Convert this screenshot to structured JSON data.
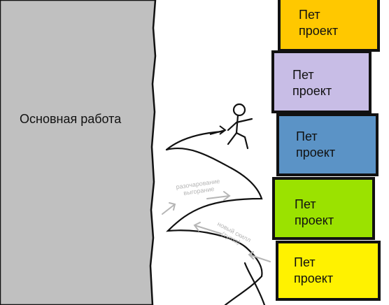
{
  "main_work": {
    "label": "Основная работа",
    "color": "#c0c0c0"
  },
  "pet_projects": [
    {
      "line1": "Пет",
      "line2": "проект",
      "color": "#ffc800"
    },
    {
      "line1": "Пет",
      "line2": "проект",
      "color": "#c8bde6"
    },
    {
      "line1": "Пет",
      "line2": "проект",
      "color": "#5b93c6"
    },
    {
      "line1": "Пет",
      "line2": "проект",
      "color": "#9be200"
    },
    {
      "line1": "Пет",
      "line2": "проект",
      "color": "#fff200"
    }
  ],
  "annotations": {
    "upper_line1": "разочарование",
    "upper_line2": "выгорание",
    "lower_line1": "новый скилл",
    "lower_line2": "(тулза)"
  },
  "colors": {
    "outline": "#111111",
    "annotation_gray": "#b5b5b5"
  }
}
